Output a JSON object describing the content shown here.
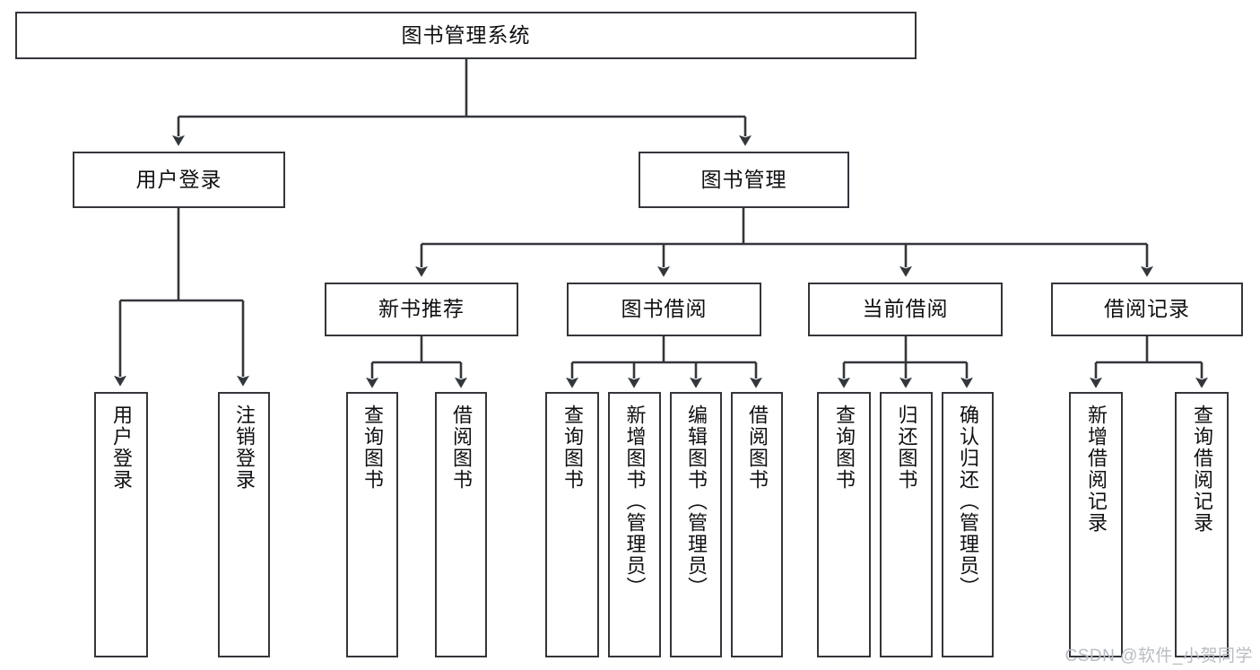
{
  "diagram": {
    "type": "tree-hierarchy-chart",
    "title": "图书管理系统",
    "watermark": "CSDN @软件_小贺同学",
    "colors": {
      "stroke": "#33363b",
      "box_fill": "#ffffff",
      "text": "#0f1013",
      "watermark": "#b9bcc2",
      "background": "#ffffff"
    },
    "root": {
      "label": "图书管理系统"
    },
    "level2": [
      {
        "label": "用户登录"
      },
      {
        "label": "图书管理"
      }
    ],
    "level3": [
      {
        "label": "新书推荐"
      },
      {
        "label": "图书借阅"
      },
      {
        "label": "当前借阅"
      },
      {
        "label": "借阅记录"
      }
    ],
    "leaves": {
      "user_login": [
        {
          "label": "用户登录"
        },
        {
          "label": "注销登录"
        }
      ],
      "new_book_recommend": [
        {
          "label": "查询图书"
        },
        {
          "label": "借阅图书"
        }
      ],
      "book_borrow": [
        {
          "label": "查询图书"
        },
        {
          "label": "新增图书（管理员）"
        },
        {
          "label": "编辑图书（管理员）"
        },
        {
          "label": "借阅图书"
        }
      ],
      "current_borrow": [
        {
          "label": "查询图书"
        },
        {
          "label": "归还图书"
        },
        {
          "label": "确认归还（管理员）"
        }
      ],
      "borrow_record": [
        {
          "label": "新增借阅记录"
        },
        {
          "label": "查询借阅记录"
        }
      ]
    }
  }
}
